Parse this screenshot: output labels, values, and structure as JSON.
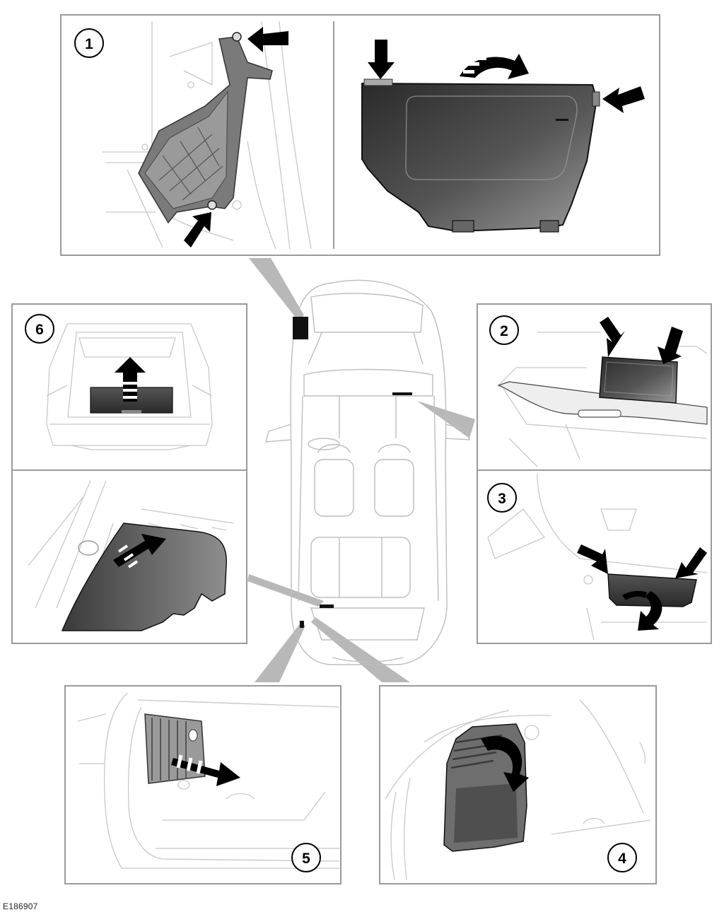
{
  "figure_id": "E186907",
  "callouts": {
    "c1": "1",
    "c2": "2",
    "c3": "3",
    "c4": "4",
    "c5": "5",
    "c6": "6"
  },
  "colors": {
    "panel_border": "#9a9a9a",
    "pointer_gray": "#b5b5b5",
    "cover_dark": "#2e2e2e",
    "cover_light": "#8c8c8c",
    "line_art": "#c8c8c8",
    "arrow": "#000000"
  },
  "icons": [
    "push-arrow-icon",
    "rotate-arrow-icon",
    "slide-arrow-icon",
    "lift-arrow-icon"
  ]
}
